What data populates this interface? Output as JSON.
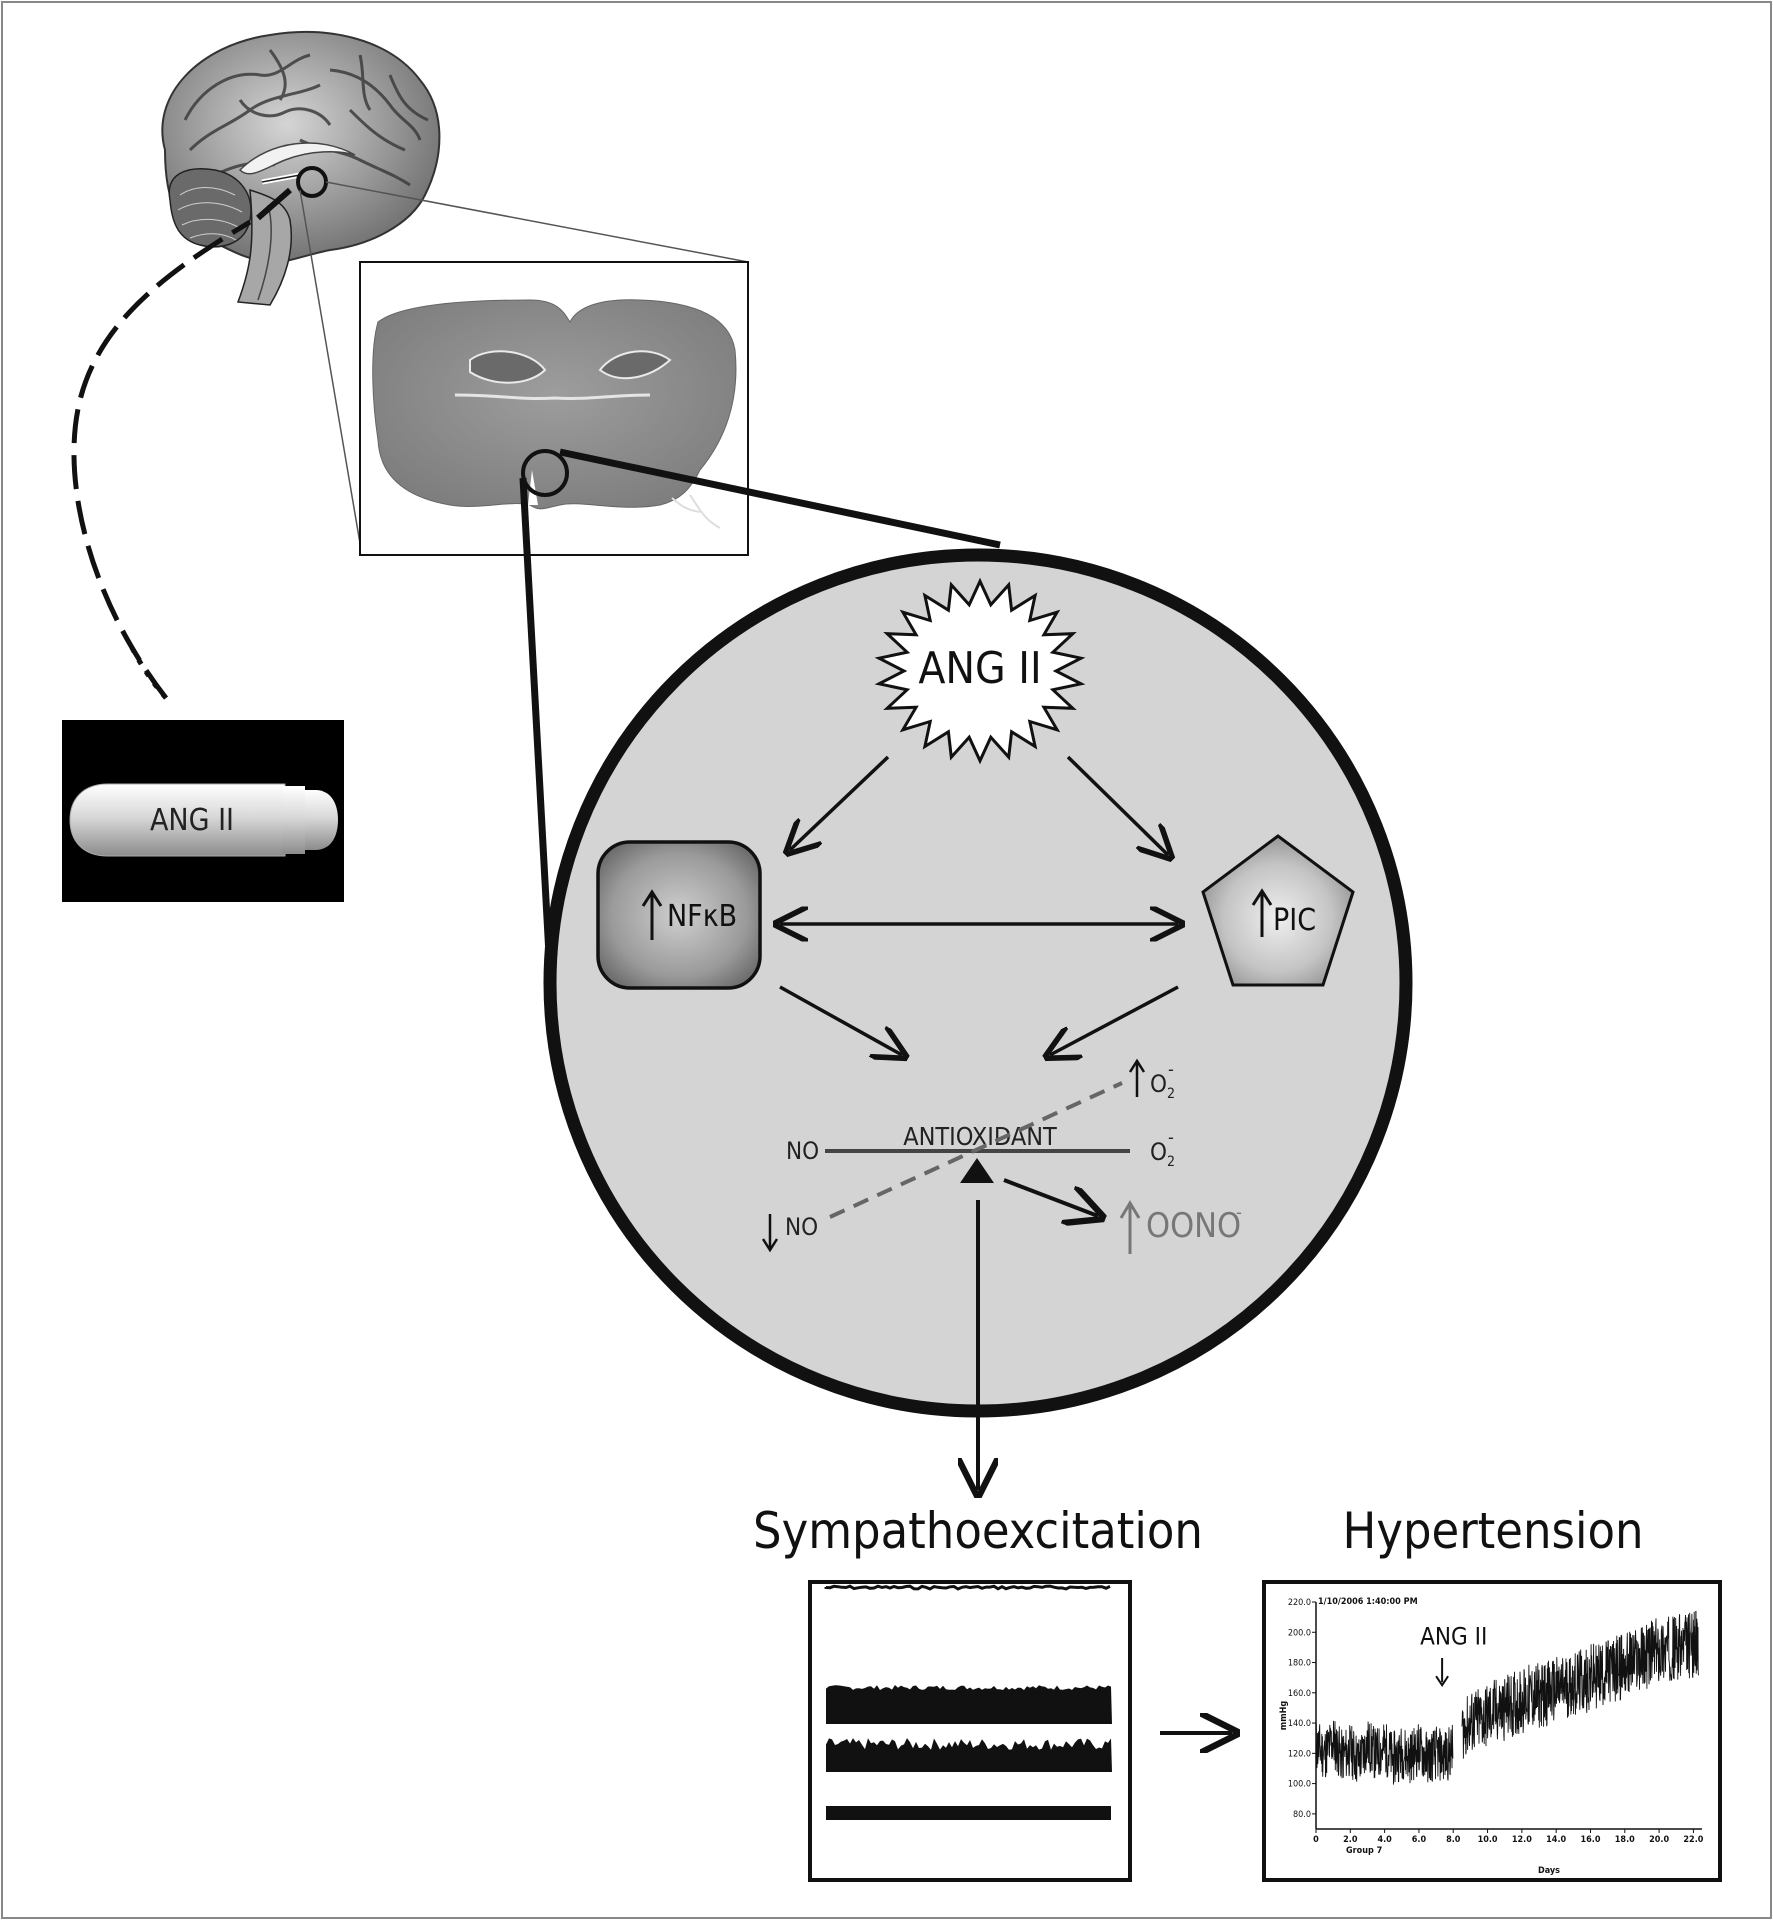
{
  "pump": {
    "label": "ANG II"
  },
  "center": {
    "starburst_label": "ANG II",
    "nfkb_label": "NFκB",
    "pic_label": "PIC",
    "balance": {
      "top_label": "ANTIOXIDANT",
      "left_label": "NO",
      "right_label_base": "O",
      "right_label_sub": "2",
      "right_label_sup": "-",
      "up_o2_base": "O",
      "up_o2_sub": "2",
      "up_o2_sup": "-",
      "down_no_label": "NO",
      "oono_label": "OONO",
      "oono_sup": "-"
    }
  },
  "outputs": {
    "symp_title": "Sympathoexcitation",
    "htn_title": "Hypertension"
  },
  "chart_data": {
    "type": "line",
    "title": "1/10/2006 1:40:00 PM",
    "xlabel": "Days",
    "xsublabel": "Group 7",
    "ylabel": "mmHg",
    "annotation": "ANG II",
    "annotation_x": 8.4,
    "xlim": [
      0,
      22.5
    ],
    "ylim": [
      70,
      220
    ],
    "xticks": [
      "0",
      "2.0",
      "4.0",
      "6.0",
      "8.0",
      "10.0",
      "12.0",
      "14.0",
      "16.0",
      "18.0",
      "20.0",
      "22.0"
    ],
    "xtick_values": [
      0,
      2,
      4,
      6,
      8,
      10,
      12,
      14,
      16,
      18,
      20,
      22
    ],
    "yticks": [
      "220.0",
      "200.0",
      "180.0",
      "160.0",
      "140.0",
      "120.0",
      "100.0",
      "80.0"
    ],
    "ytick_values": [
      220,
      200,
      180,
      160,
      140,
      120,
      100,
      80
    ],
    "series": [
      {
        "x": [
          0,
          0.5,
          1,
          1.5,
          2,
          2.5,
          3,
          3.5,
          4,
          4.5,
          5,
          5.5,
          6,
          6.5,
          7,
          7.5,
          8
        ],
        "y_mean": [
          125,
          120,
          128,
          118,
          122,
          115,
          126,
          119,
          124,
          116,
          121,
          118,
          123,
          117,
          120,
          118,
          122
        ],
        "y_spread": [
          18,
          18,
          18,
          18,
          18,
          18,
          18,
          18,
          18,
          18,
          18,
          18,
          18,
          18,
          18,
          18,
          18
        ]
      },
      {
        "x": [
          8.5,
          9,
          9.5,
          10,
          10.5,
          11,
          11.5,
          12,
          12.5,
          13,
          13.5,
          14,
          14.5,
          15,
          15.5,
          16,
          16.5,
          17,
          17.5,
          18,
          18.5,
          19,
          19.5,
          20,
          20.5,
          21,
          21.5,
          22,
          22.3
        ],
        "y_mean": [
          135,
          140,
          142,
          145,
          148,
          150,
          152,
          155,
          157,
          158,
          160,
          162,
          164,
          166,
          167,
          170,
          172,
          174,
          176,
          178,
          181,
          183,
          186,
          188,
          189,
          190,
          191,
          192,
          193
        ],
        "y_spread": [
          20,
          22,
          22,
          22,
          22,
          22,
          22,
          22,
          22,
          22,
          22,
          22,
          22,
          22,
          22,
          22,
          22,
          22,
          22,
          22,
          22,
          22,
          22,
          22,
          22,
          22,
          22,
          22,
          22
        ]
      }
    ]
  }
}
